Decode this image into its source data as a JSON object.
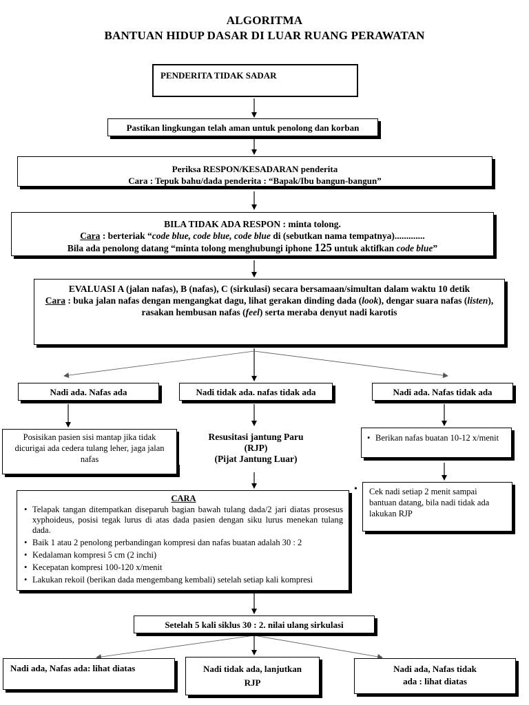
{
  "title": {
    "line1": "ALGORITMA",
    "line2": "BANTUAN HIDUP DASAR DI LUAR RUANG PERAWATAN"
  },
  "steps": {
    "start": "PENDERITA TIDAK SADAR",
    "safety": "Pastikan lingkungan telah aman untuk penolong dan korban",
    "check": {
      "line1": "Periksa RESPON/KESADARAN penderita",
      "line2": "Cara : Tepuk bahu/dada penderita : “Bapak/Ibu bangun-bangun”"
    },
    "no_response": {
      "line1": "BILA TIDAK ADA RESPON : minta tolong.",
      "cara_label": "Cara",
      "l2_a": " : berteriak “",
      "l2_em": "code blue, code blue, code blue",
      "l2_b": " di (sebutkan nama tempatnya).............",
      "l3_a": "Bila ada penolong datang “minta tolong menghubungi iphone ",
      "l3_num": "125",
      "l3_b": " untuk aktifkan ",
      "l3_em": "code blue",
      "l3_c": "”"
    },
    "evaluate": {
      "line1": "EVALUASI A (jalan nafas), B (nafas), C (sirkulasi) secara bersamaan/simultan dalam waktu 10 detik",
      "cara_label": "Cara",
      "l2_a": " : buka jalan nafas dengan mengangkat dagu, lihat gerakan dinding dada (",
      "look": "look",
      "l2_b": "), dengar suara nafas (",
      "listen": "listen",
      "l2_c": "),",
      "l3_a": "rasakan hembusan nafas (",
      "feel": "feel",
      "l3_b": ") serta meraba denyut nadi karotis"
    }
  },
  "branches": {
    "left": {
      "label": "Nadi ada. Nafas ada",
      "action": "Posisikan pasien sisi mantap jika tidak dicurigai ada cedera tulang leher, jaga jalan nafas"
    },
    "center": {
      "label": "Nadi tidak ada. nafas tidak ada",
      "rjp_l1": "Resusitasi jantung Paru",
      "rjp_l2": "(RJP)",
      "rjp_l3": "(Pijat Jantung Luar)"
    },
    "right": {
      "label": "Nadi ada. Nafas tidak ada",
      "action1": "Berikan nafas buatan 10-12 x/menit",
      "action2": "Cek nadi setiap 2 menit sampai bantuan datang, bila nadi tidak ada lakukan RJP"
    }
  },
  "cara": {
    "heading": "CARA",
    "items": [
      "Telapak tangan ditempatkan diseparuh bagian bawah tulang dada/2 jari diatas prosesus xyphoideus, posisi tegak lurus di atas dada pasien dengan siku lurus menekan tulang dada.",
      "Baik 1 atau 2 penolong perbandingan kompresi dan nafas buatan adalah 30 : 2",
      "Kedalaman kompresi 5 cm (2 inchi)",
      "Kecepatan kompresi 100-120 x/menit",
      "Lakukan rekoil (berikan dada mengembang kembali) setelah setiap kali kompresi"
    ]
  },
  "cycle": "Setelah 5 kali siklus 30 : 2. nilai ulang sirkulasi",
  "outcomes": {
    "left": "Nadi ada, Nafas ada: lihat diatas",
    "center_l1": "Nadi tidak ada, lanjutkan",
    "center_l2": "RJP",
    "right_l1": "Nadi ada, Nafas tidak",
    "right_l2": "ada : lihat diatas"
  }
}
